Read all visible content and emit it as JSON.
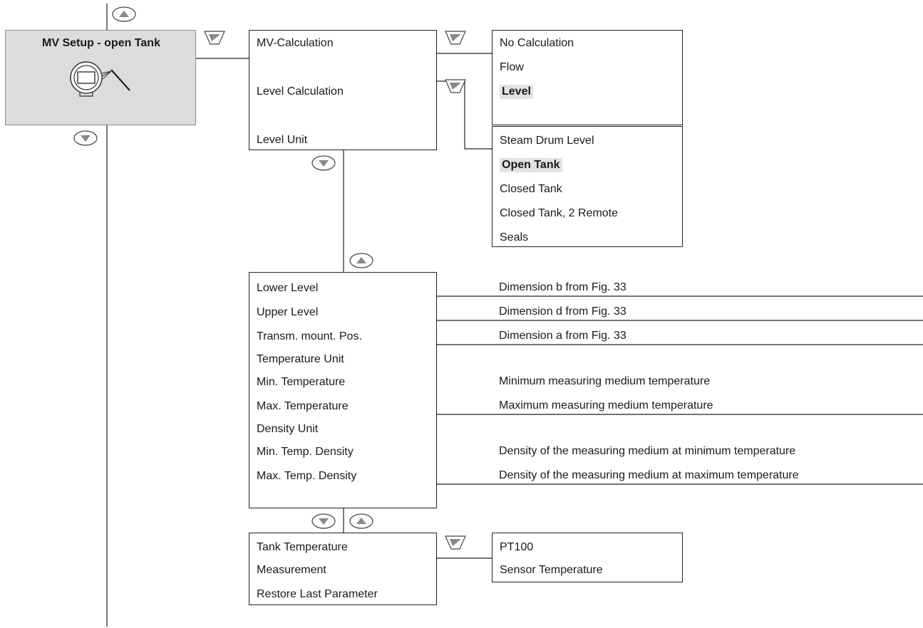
{
  "header": {
    "title": "MV Setup - open Tank",
    "icon": "transmitter-sensor-icon"
  },
  "menu_top": {
    "items": [
      "MV-Calculation",
      "Level Calculation",
      "Level Unit"
    ]
  },
  "calc_options": {
    "items": [
      "No Calculation",
      "Flow",
      "Level"
    ],
    "selected": "Level"
  },
  "level_options": {
    "items": [
      "Steam Drum Level",
      "Open Tank",
      "Closed Tank",
      "Closed Tank, 2 Remote",
      "Seals"
    ],
    "selected": "Open Tank"
  },
  "params": [
    {
      "label": "Lower Level",
      "desc": "Dimension b from Fig. 33"
    },
    {
      "label": "Upper Level",
      "desc": "Dimension d from Fig. 33"
    },
    {
      "label": "Transm. mount. Pos.",
      "desc": "Dimension a from Fig. 33"
    },
    {
      "label": "Temperature Unit",
      "desc": ""
    },
    {
      "label": "Min. Temperature",
      "desc": "Minimum measuring medium temperature"
    },
    {
      "label": "Max. Temperature",
      "desc": "Maximum measuring medium temperature"
    },
    {
      "label": "Density Unit",
      "desc": ""
    },
    {
      "label": "Min. Temp. Density",
      "desc": "Density of the measuring medium at minimum temperature"
    },
    {
      "label": "Max. Temp. Density",
      "desc": "Density of the measuring medium at maximum temperature"
    }
  ],
  "tank_menu": {
    "items": [
      "Tank Temperature",
      "Measurement",
      "Restore Last Parameter"
    ]
  },
  "tank_options": {
    "items": [
      "PT100",
      "Sensor Temperature"
    ]
  },
  "nav_icons": {
    "up": "up-arrow-key-icon",
    "down": "down-arrow-key-icon",
    "enter": "enter-key-icon"
  }
}
